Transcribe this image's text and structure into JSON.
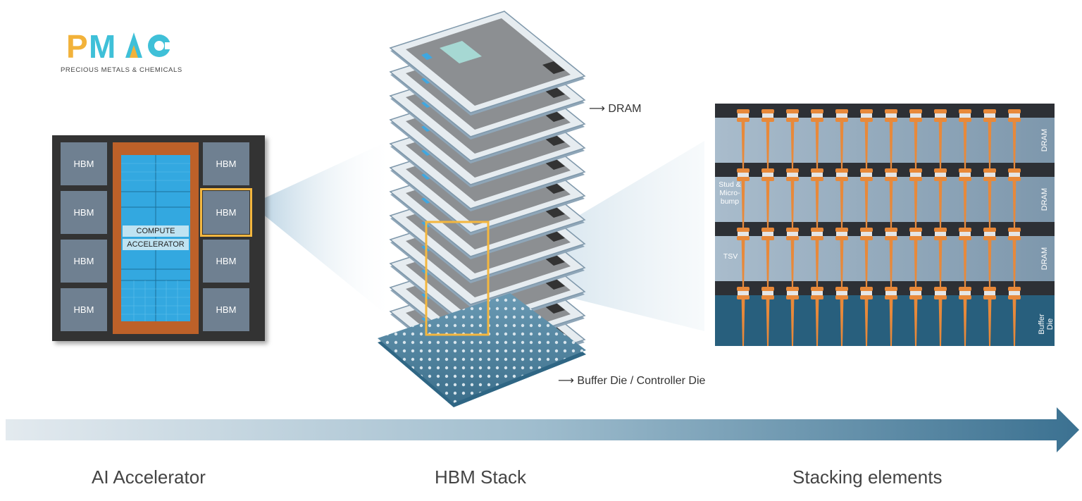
{
  "logo": {
    "wordmark": "PMAC",
    "tagline": "PRECIOUS METALS & CHEMICALS"
  },
  "accelerator": {
    "left_hbm": [
      "HBM",
      "HBM",
      "HBM",
      "HBM"
    ],
    "right_hbm": [
      "HBM",
      "HBM",
      "HBM",
      "HBM"
    ],
    "core_label_1": "COMPUTE",
    "core_label_2": "ACCELERATOR"
  },
  "stack": {
    "dram_label": "DRAM",
    "buffer_label": "Buffer Die / Controller Die"
  },
  "cross_section": {
    "layers": [
      "DRAM",
      "DRAM",
      "DRAM"
    ],
    "buffer_label_1": "Buffer",
    "buffer_label_2": "Die",
    "stud_label_1": "Stud &",
    "stud_label_2": "Micro-",
    "stud_label_3": "bump",
    "tsv_label": "TSV"
  },
  "captions": {
    "accelerator": "AI Accelerator",
    "stack": "HBM Stack",
    "stacking": "Stacking elements"
  },
  "colors": {
    "hbm_block": "#6f8091",
    "highlight": "#f4b73f",
    "arrow_light": "#dfe8ee",
    "arrow_dark": "#3f7594",
    "buffer_die": "#285f7d",
    "bump_orange": "#e8893a"
  }
}
